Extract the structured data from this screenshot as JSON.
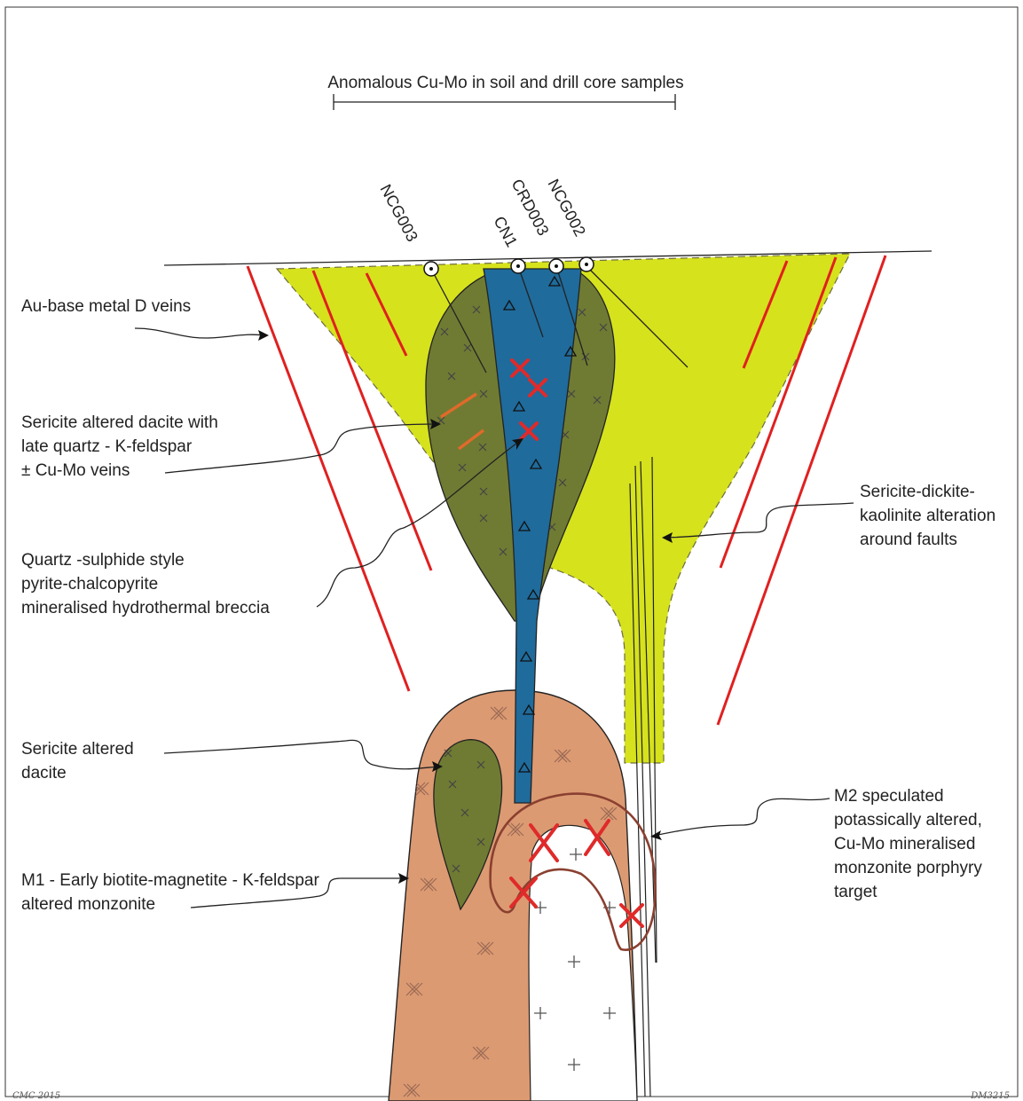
{
  "top_label": "Anomalous Cu-Mo in soil and drill core samples",
  "drillholes": [
    {
      "name": "NCG003"
    },
    {
      "name": "CN1"
    },
    {
      "name": "CRD003"
    },
    {
      "name": "NCG002"
    }
  ],
  "labels": {
    "au_veins": [
      "Au-base metal D veins"
    ],
    "sericite_dacite_veins": [
      "Sericite altered dacite with",
      "late quartz - K-feldspar",
      "± Cu-Mo veins"
    ],
    "breccia": [
      "Quartz -sulphide style",
      "pyrite-chalcopyrite",
      "mineralised hydrothermal breccia"
    ],
    "sericite_dickite": [
      "Sericite-dickite-",
      "kaolinite alteration",
      "around faults"
    ],
    "sericite_dacite": [
      "Sericite altered",
      "dacite"
    ],
    "m1": [
      "M1 - Early biotite-magnetite - K-feldspar",
      "altered monzonite"
    ],
    "m2": [
      "M2 speculated",
      "potassically altered,",
      "Cu-Mo mineralised",
      "monzonite porphyry",
      "target"
    ]
  },
  "footer": {
    "left": "CMC 2015",
    "right": "DM3215"
  },
  "colors": {
    "yellow_alteration": "#d6e21c",
    "dacite": "#6f7b33",
    "breccia": "#1f6b9c",
    "monzonite": "#dc9a72",
    "fault": "#e02020",
    "vein_orange": "#e06a2a",
    "m2_outline": "#8a4030"
  }
}
